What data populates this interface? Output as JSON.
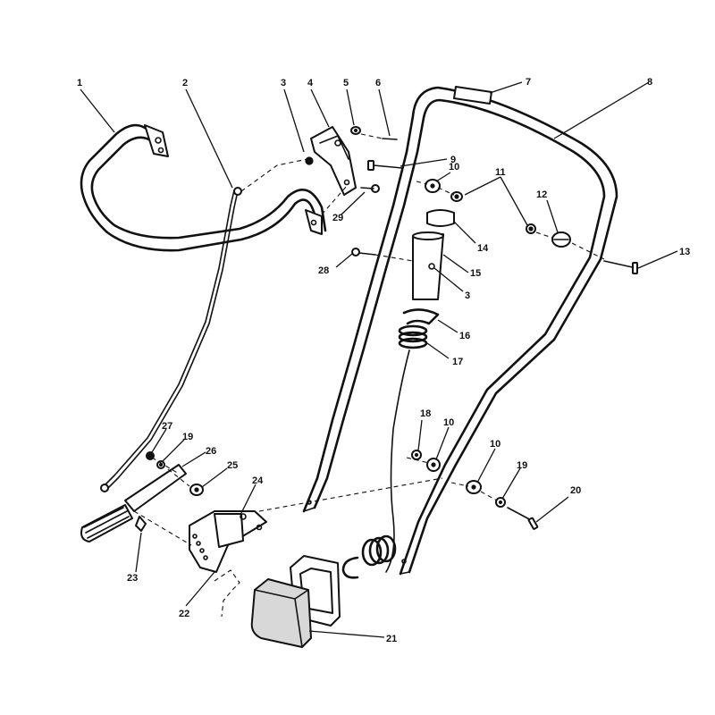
{
  "callouts": [
    {
      "id": "c1",
      "label": "1"
    },
    {
      "id": "c2",
      "label": "2"
    },
    {
      "id": "c3a",
      "label": "3"
    },
    {
      "id": "c4",
      "label": "4"
    },
    {
      "id": "c5",
      "label": "5"
    },
    {
      "id": "c6",
      "label": "6"
    },
    {
      "id": "c7",
      "label": "7"
    },
    {
      "id": "c8",
      "label": "8"
    },
    {
      "id": "c9",
      "label": "9"
    },
    {
      "id": "c10a",
      "label": "10"
    },
    {
      "id": "c11",
      "label": "11"
    },
    {
      "id": "c12",
      "label": "12"
    },
    {
      "id": "c13",
      "label": "13"
    },
    {
      "id": "c14",
      "label": "14"
    },
    {
      "id": "c15",
      "label": "15"
    },
    {
      "id": "c3b",
      "label": "3"
    },
    {
      "id": "c16",
      "label": "16"
    },
    {
      "id": "c17",
      "label": "17"
    },
    {
      "id": "c28",
      "label": "28"
    },
    {
      "id": "c29",
      "label": "29"
    },
    {
      "id": "c18",
      "label": "18"
    },
    {
      "id": "c10b",
      "label": "10"
    },
    {
      "id": "c10c",
      "label": "10"
    },
    {
      "id": "c19a",
      "label": "19"
    },
    {
      "id": "c20",
      "label": "20"
    },
    {
      "id": "c27",
      "label": "27"
    },
    {
      "id": "c19b",
      "label": "19"
    },
    {
      "id": "c26",
      "label": "26"
    },
    {
      "id": "c25",
      "label": "25"
    },
    {
      "id": "c24",
      "label": "24"
    },
    {
      "id": "c23",
      "label": "23"
    },
    {
      "id": "c22",
      "label": "22"
    },
    {
      "id": "c21",
      "label": "21"
    }
  ]
}
